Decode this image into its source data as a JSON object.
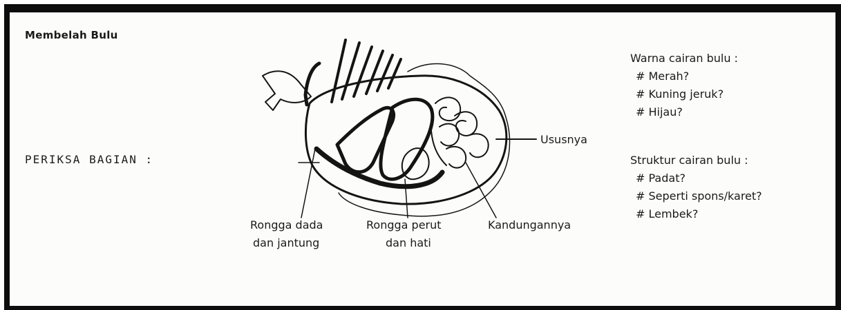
{
  "title": "Membelah Bulu",
  "side_label": "PERIKSA BAGIAN :",
  "labels": {
    "usus": "Ususnya",
    "rongga_dada_1": "Rongga dada",
    "rongga_dada_2": "dan jantung",
    "rongga_perut_1": "Rongga perut",
    "rongga_perut_2": "dan hati",
    "kandung": "Kandungannya"
  },
  "warna": {
    "heading": "Warna cairan bulu :",
    "items": [
      "# Merah?",
      "# Kuning jeruk?",
      "# Hijau?"
    ]
  },
  "struktur": {
    "heading": "Struktur cairan bulu :",
    "items": [
      "# Padat?",
      "# Seperti spons/karet?",
      "# Lembek?"
    ]
  }
}
